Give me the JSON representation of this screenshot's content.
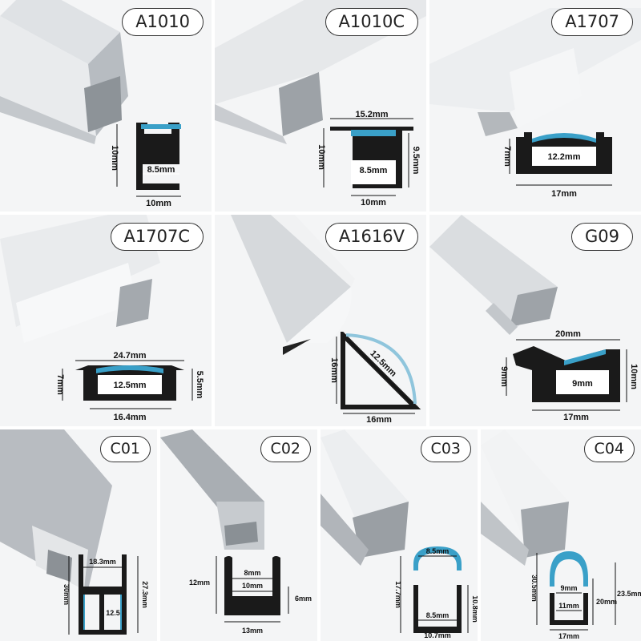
{
  "products": [
    {
      "title": "A1010",
      "dims": {
        "height": "10mm",
        "inner": "8.5mm",
        "width": "10mm"
      }
    },
    {
      "title": "A1010C",
      "dims": {
        "top": "15.2mm",
        "height": "10mm",
        "inner": "8.5mm",
        "inner_height": "9.5mm",
        "width": "10mm"
      }
    },
    {
      "title": "A1707",
      "dims": {
        "height": "7mm",
        "inner": "12.2mm",
        "width": "17mm"
      }
    },
    {
      "title": "A1707C",
      "dims": {
        "top": "24.7mm",
        "height": "7mm",
        "inner": "12.5mm",
        "inner_height": "5.5mm",
        "width": "16.4mm"
      }
    },
    {
      "title": "A1616V",
      "dims": {
        "height": "16mm",
        "diag": "12.5mm",
        "width": "16mm"
      }
    },
    {
      "title": "G09",
      "dims": {
        "top": "20mm",
        "left": "9mm",
        "right": "10mm",
        "inner": "9mm",
        "width": "17mm"
      }
    },
    {
      "title": "C01",
      "dims": {
        "top": "18.3mm",
        "height": "30mm",
        "right": "27.3mm",
        "inner": "12.5"
      }
    },
    {
      "title": "C02",
      "dims": {
        "height": "12mm",
        "inner_top": "8mm",
        "inner": "10mm",
        "right": "6mm",
        "width": "13mm"
      }
    },
    {
      "title": "C03",
      "dims": {
        "top": "8.5mm",
        "height": "17.7mm",
        "right": "10.8mm",
        "inner": "8.5mm",
        "width": "10.7mm"
      }
    },
    {
      "title": "C04",
      "dims": {
        "height": "30.5mm",
        "inner_top": "9mm",
        "mid": "20mm",
        "right": "23.5mm",
        "inner": "11mm",
        "width": "17mm"
      }
    }
  ],
  "colors": {
    "profile": "#1a1a1a",
    "diffuser": "#3aa0c8",
    "aluminum": "#c9ccd0",
    "cover": "#eef0f1"
  }
}
